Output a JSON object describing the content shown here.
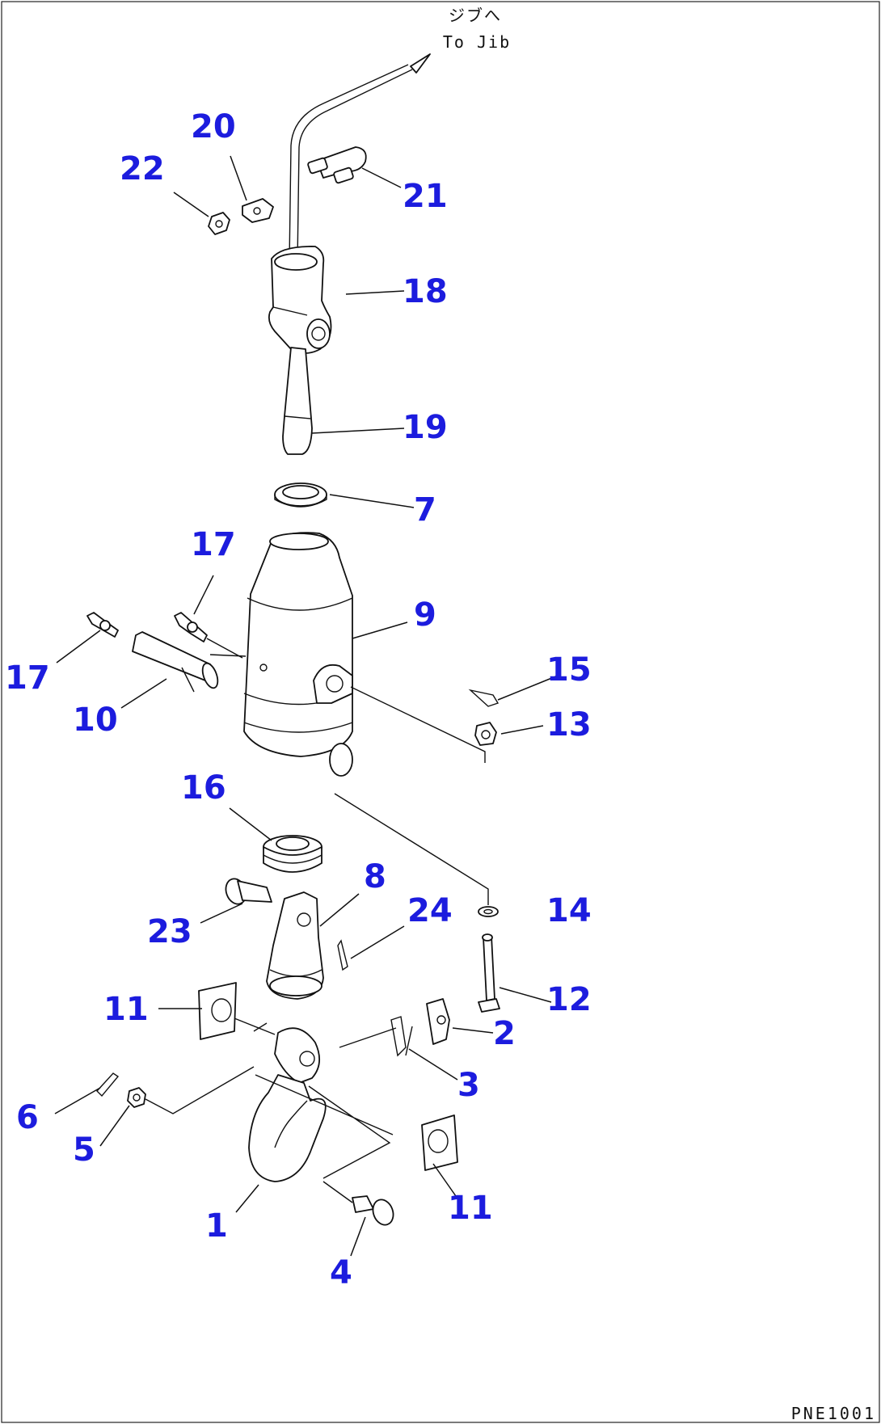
{
  "destination_label_jp": "ジブへ",
  "destination_label_en": "To Jib",
  "drawing_code": "PNE1001",
  "callout_color": "#1c1cde",
  "callouts": [
    {
      "id": "c1",
      "text": "1"
    },
    {
      "id": "c2",
      "text": "2"
    },
    {
      "id": "c3",
      "text": "3"
    },
    {
      "id": "c4",
      "text": "4"
    },
    {
      "id": "c5",
      "text": "5"
    },
    {
      "id": "c6",
      "text": "6"
    },
    {
      "id": "c7",
      "text": "7"
    },
    {
      "id": "c8",
      "text": "8"
    },
    {
      "id": "c9",
      "text": "9"
    },
    {
      "id": "c10",
      "text": "10"
    },
    {
      "id": "c11a",
      "text": "11"
    },
    {
      "id": "c11b",
      "text": "11"
    },
    {
      "id": "c12",
      "text": "12"
    },
    {
      "id": "c13",
      "text": "13"
    },
    {
      "id": "c14",
      "text": "14"
    },
    {
      "id": "c15",
      "text": "15"
    },
    {
      "id": "c16",
      "text": "16"
    },
    {
      "id": "c17a",
      "text": "17"
    },
    {
      "id": "c17b",
      "text": "17"
    },
    {
      "id": "c18",
      "text": "18"
    },
    {
      "id": "c19",
      "text": "19"
    },
    {
      "id": "c20",
      "text": "20"
    },
    {
      "id": "c21",
      "text": "21"
    },
    {
      "id": "c22",
      "text": "22"
    },
    {
      "id": "c23",
      "text": "23"
    },
    {
      "id": "c24",
      "text": "24"
    }
  ]
}
